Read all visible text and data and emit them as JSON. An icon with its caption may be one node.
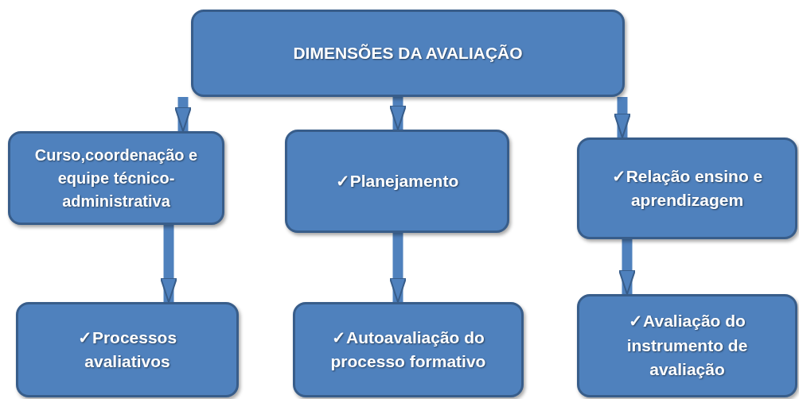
{
  "diagram": {
    "nodes": [
      {
        "text": [
          "DIMENSÕES DA AVALIAÇÃO"
        ]
      },
      {
        "text": [
          "Curso,coordenação e equipe técnico-administrativa"
        ]
      },
      {
        "text": [
          "✓Planejamento"
        ]
      },
      {
        "text": [
          "✓Relação ensino e aprendizagem"
        ]
      },
      {
        "text": [
          "✓Processos avaliativos"
        ]
      },
      {
        "text": [
          "✓Autoavaliação do processo formativo"
        ]
      },
      {
        "text": [
          "✓Avaliação do instrumento de avaliação"
        ]
      }
    ],
    "edges": [
      {
        "from": 0,
        "to": 1,
        "arrow": "to"
      },
      {
        "from": 0,
        "to": 2,
        "arrow": "to"
      },
      {
        "from": 0,
        "to": 3,
        "arrow": "to"
      },
      {
        "from": 1,
        "to": 4,
        "arrow": "to"
      },
      {
        "from": 2,
        "to": 5,
        "arrow": "to"
      },
      {
        "from": 3,
        "to": 6,
        "arrow": "to"
      }
    ]
  }
}
